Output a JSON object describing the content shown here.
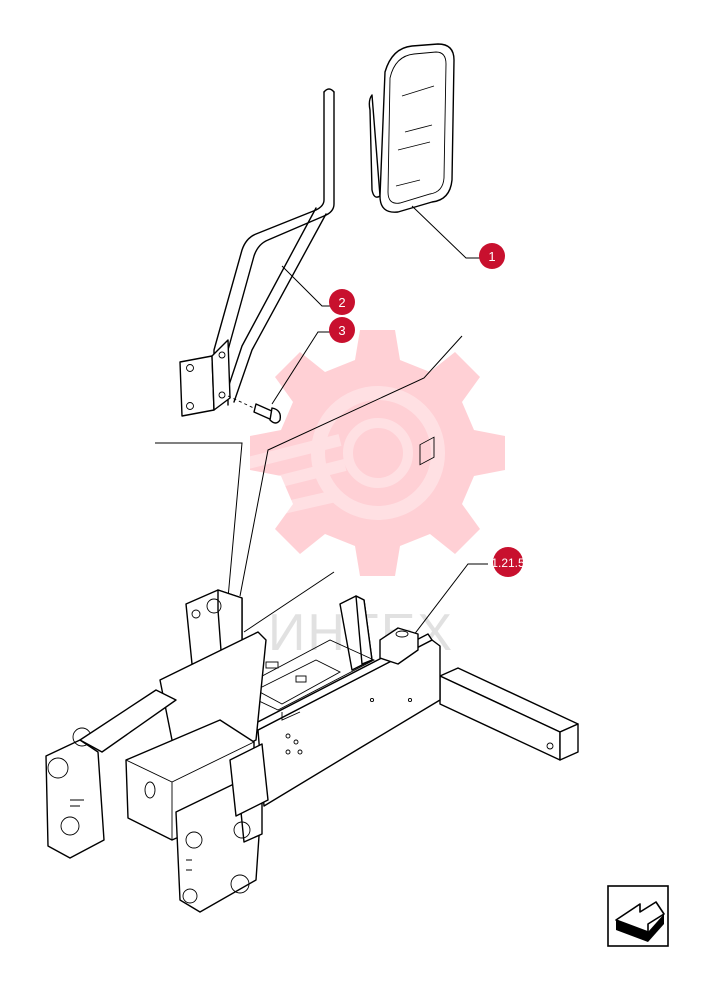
{
  "callouts": {
    "c1": "1",
    "c2": "2",
    "c3": "3",
    "ref": "1.21.5"
  },
  "watermark": {
    "text": "ИНТЕХ",
    "color": "#e8102a"
  },
  "colors": {
    "callout": "#c8102e",
    "line": "#000000",
    "watermark_gear": "#ff2a3f"
  },
  "icons": {
    "nav": "arrow-back-icon"
  }
}
